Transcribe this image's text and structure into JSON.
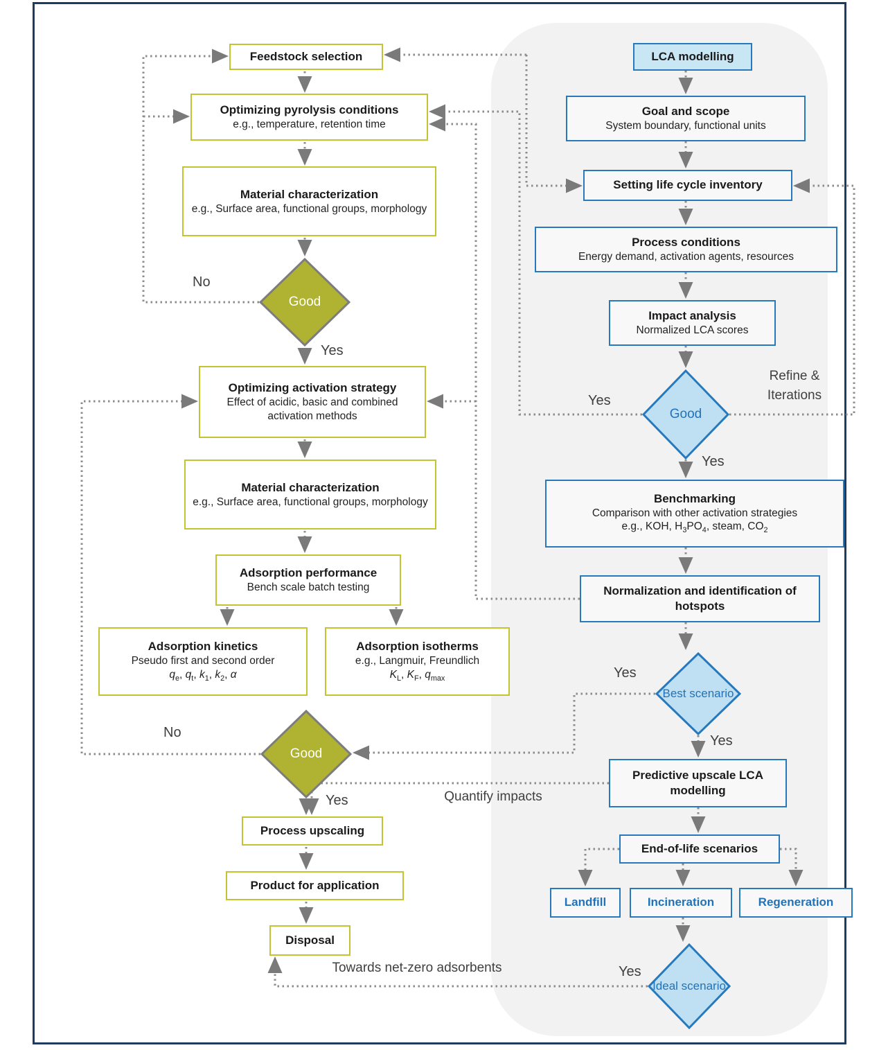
{
  "left_flow": {
    "feedstock": {
      "title": "Feedstock selection"
    },
    "pyrolysis": {
      "title": "Optimizing pyrolysis conditions",
      "sub": "e.g., temperature, retention time"
    },
    "material_char_1": {
      "title": "Material characterization",
      "sub": "e.g., Surface area, functional groups, morphology"
    },
    "decision_1": {
      "label": "Good",
      "no": "No",
      "yes": "Yes"
    },
    "activation": {
      "title": "Optimizing activation strategy",
      "sub": "Effect of acidic, basic and combined activation methods"
    },
    "material_char_2": {
      "title": "Material characterization",
      "sub": "e.g., Surface area, functional groups, morphology"
    },
    "adsorption_performance": {
      "title": "Adsorption performance",
      "sub": "Bench scale batch testing"
    },
    "kinetics": {
      "title": "Adsorption kinetics",
      "sub": "Pseudo first and second order",
      "params": [
        {
          "v": "q",
          "i": true
        },
        {
          "v": "e",
          "sub": true
        },
        {
          "v": ", "
        },
        {
          "v": "q",
          "i": true
        },
        {
          "v": "t",
          "sub": true
        },
        {
          "v": ", "
        },
        {
          "v": "k",
          "i": true
        },
        {
          "v": "1",
          "sub": true
        },
        {
          "v": ", "
        },
        {
          "v": "k",
          "i": true
        },
        {
          "v": "2",
          "sub": true
        },
        {
          "v": ", "
        },
        {
          "v": "α",
          "i": true
        }
      ]
    },
    "isotherms": {
      "title": "Adsorption isotherms",
      "sub": "e.g., Langmuir, Freundlich",
      "params": [
        {
          "v": "K",
          "i": true
        },
        {
          "v": "L",
          "sub": true
        },
        {
          "v": ", "
        },
        {
          "v": "K",
          "i": true
        },
        {
          "v": "F",
          "sub": true
        },
        {
          "v": ", "
        },
        {
          "v": "q",
          "i": true
        },
        {
          "v": "max",
          "sub": true
        }
      ]
    },
    "decision_2": {
      "label": "Good",
      "no": "No",
      "yes": "Yes"
    },
    "upscaling": {
      "title": "Process upscaling"
    },
    "product": {
      "title": "Product for application"
    },
    "disposal": {
      "title": "Disposal"
    }
  },
  "right_flow": {
    "lca": {
      "title": "LCA modelling"
    },
    "goal": {
      "title": "Goal and scope",
      "sub": "System boundary, functional units"
    },
    "inventory": {
      "title": "Setting life cycle inventory"
    },
    "process_conditions": {
      "title": "Process conditions",
      "sub": "Energy demand, activation agents, resources"
    },
    "impact": {
      "title": "Impact analysis",
      "sub": "Normalized LCA scores"
    },
    "decision_good": {
      "label": "Good",
      "yes_left": "Yes",
      "yes_down": "Yes",
      "refine": "Refine & Iterations"
    },
    "benchmarking": {
      "title": "Benchmarking",
      "sub": "Comparison with other activation strategies",
      "examples": [
        {
          "v": "e.g., KOH, H"
        },
        {
          "v": "3",
          "sub": true
        },
        {
          "v": "PO"
        },
        {
          "v": "4",
          "sub": true
        },
        {
          "v": ", steam, CO"
        },
        {
          "v": "2",
          "sub": true
        }
      ]
    },
    "normalization": {
      "title": "Normalization and identification of hotspots"
    },
    "best_scenario": {
      "label": "Best scenario",
      "yes_left": "Yes",
      "yes_down": "Yes"
    },
    "predictive": {
      "title": "Predictive upscale LCA modelling"
    },
    "eol": {
      "title": "End-of-life scenarios"
    },
    "landfill": {
      "title": "Landfill"
    },
    "incineration": {
      "title": "Incineration"
    },
    "regeneration": {
      "title": "Regeneration"
    },
    "ideal_scenario": {
      "label": "Ideal scenario",
      "yes": "Yes"
    }
  },
  "annotations": {
    "quantify": "Quantify impacts",
    "net_zero": "Towards net-zero adsorbents"
  },
  "colors": {
    "olive_border": "#c3c42f",
    "olive_fill": "#b0b232",
    "olive_diamond_stroke": "#7d7d7d",
    "blue_border": "#2779bd",
    "blue_fill": "#c9e6f5",
    "blue_diamond_fill": "#bfe0f2",
    "blue_text": "#2172b8",
    "panel": "#f2f2f2",
    "box_fill": "#f8f8f8",
    "arrow": "#8c8c8c",
    "frame": "#1f3a5f",
    "ink": "#1a1a1a",
    "label": "#3f3f3f"
  }
}
